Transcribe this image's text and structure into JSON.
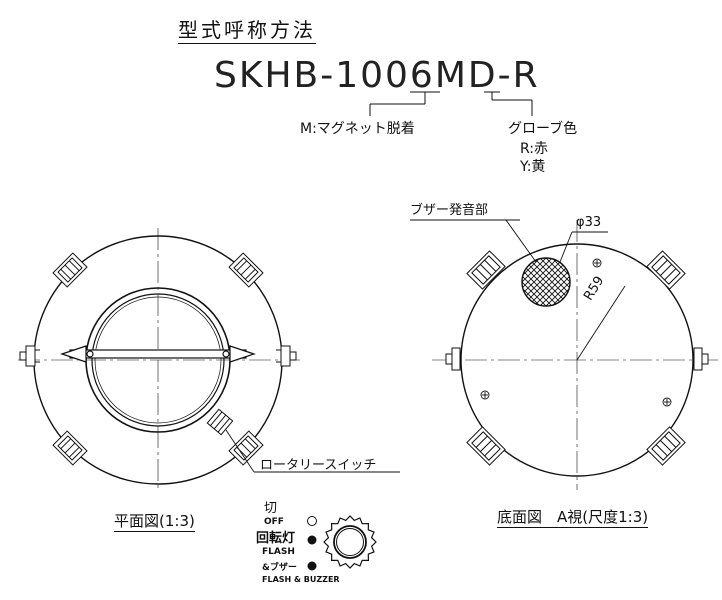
{
  "header": {
    "title": "型式呼称方法",
    "model": "SKHB-1006MD-R"
  },
  "notes": {
    "m_note": "M:マグネット脱着",
    "globe_label": "グローブ色",
    "red": "R:赤",
    "yellow": "Y:黄"
  },
  "plan_view": {
    "caption": "平面図(1:3)",
    "rotary_switch_label": "ロータリースイッチ"
  },
  "bottom_view": {
    "caption": "底面図　A視(尺度1:3)",
    "buzzer_label": "ブザー発音部",
    "dia_label": "φ33",
    "radius_label": "R59"
  },
  "switch": {
    "off_jp": "切",
    "off_en": "OFF",
    "flash_jp": "回転灯",
    "flash_en": "FLASH",
    "buzzer_jp": "&ブザー",
    "buzzer_en": "FLASH & BUZZER"
  },
  "colors": {
    "line": "#111111",
    "background": "#ffffff"
  }
}
